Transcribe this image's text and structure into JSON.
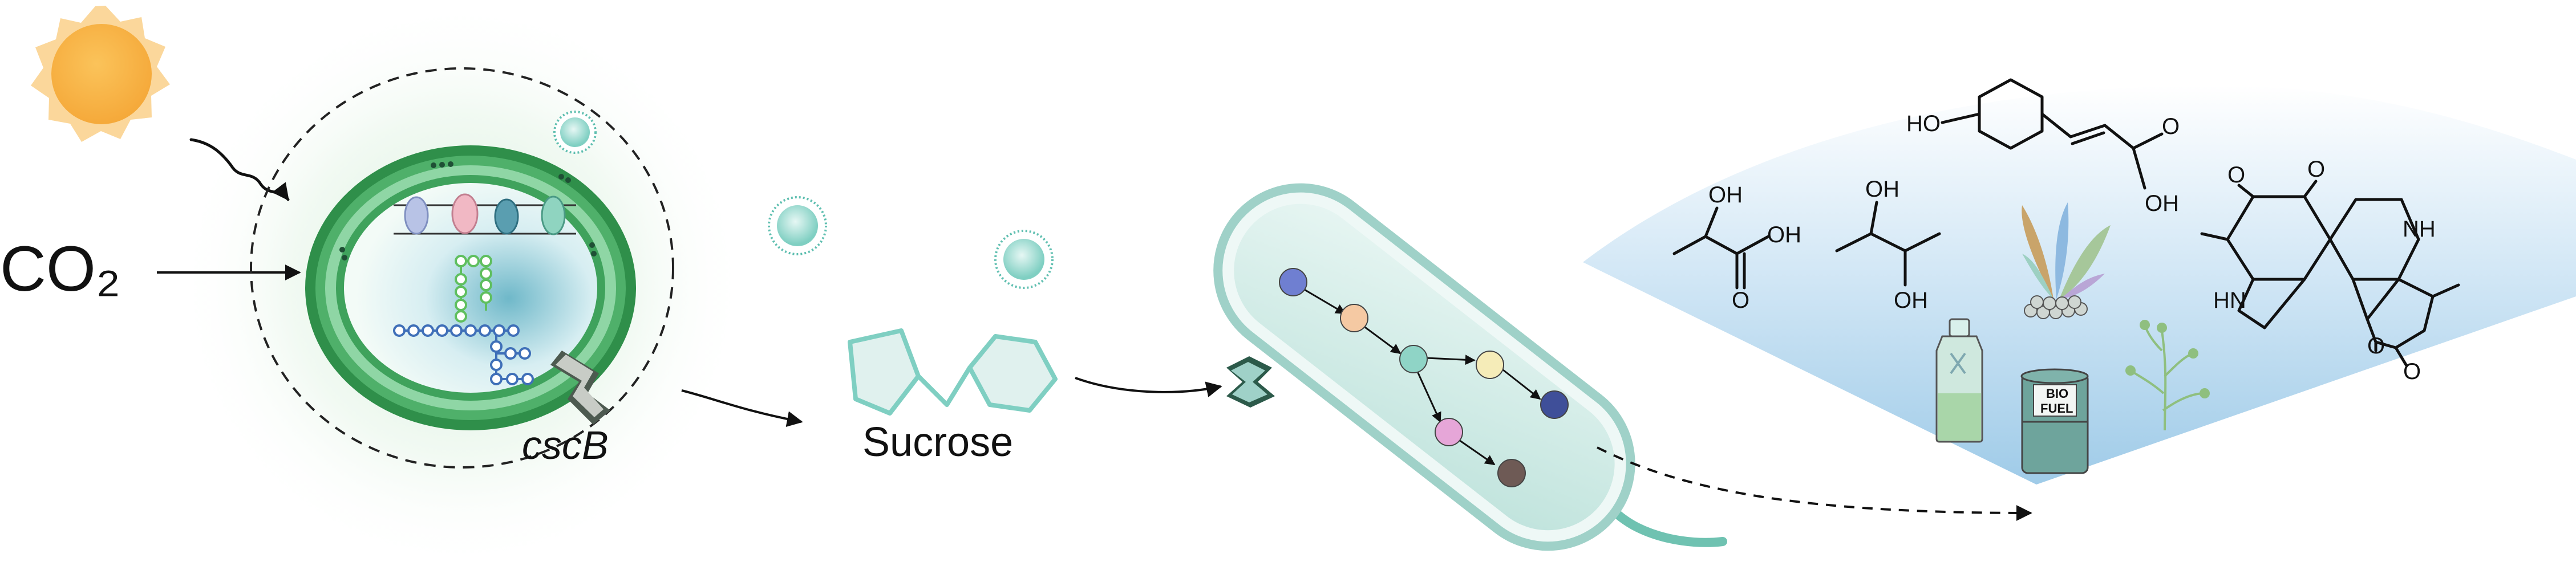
{
  "labels": {
    "co2": "CO₂",
    "gene": "cscB",
    "sugar": "Sucrose",
    "biofuel_line1": "BIO",
    "biofuel_line2": "FUEL"
  },
  "atoms": {
    "ho": "HO",
    "oh": "OH",
    "o": "O",
    "nh": "NH",
    "hn": "HN"
  },
  "icons": [
    "sun-icon",
    "light-ray-icon",
    "cyanobacterium-cell",
    "cscb-transporter-icon",
    "vesicle-icon",
    "sucrose-molecule-icon",
    "bacterium-cell",
    "flagellum-icon",
    "plant-icon",
    "bottle-icon",
    "biofuel-barrel-icon",
    "sprout-icon"
  ],
  "colors": {
    "cell_green": "#2f9e54",
    "cell_light": "#8fd6a5",
    "bacterium_fill": "#d6ede9",
    "bacterium_edge": "#9fd1c8",
    "product_fan_top": "#ffffff",
    "product_fan_bottom": "#9fcbe8",
    "sun": "#f7b84a",
    "pathway_nodes": [
      "#6f7fd1",
      "#f5c9a3",
      "#8fd4c6",
      "#f5ecb8",
      "#3f4f99",
      "#e6a6d8",
      "#6e5a55"
    ]
  }
}
